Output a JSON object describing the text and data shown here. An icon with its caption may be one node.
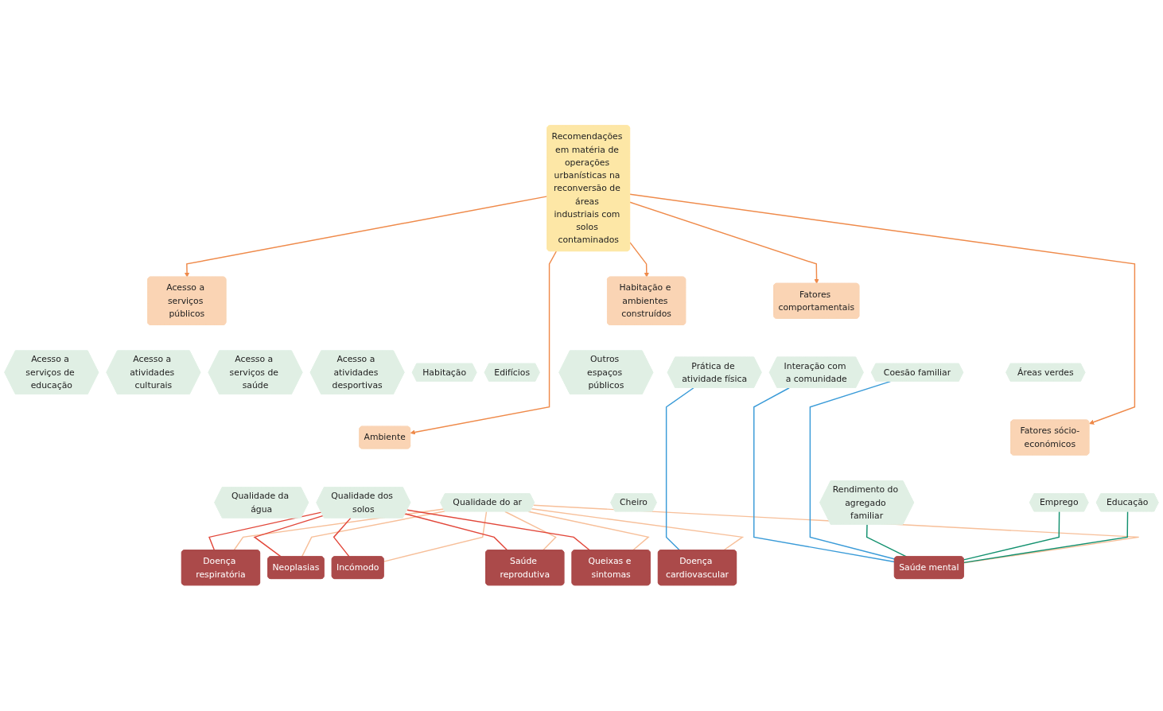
{
  "diagram": {
    "nodes": [
      {
        "text": [
          "Recomendações em matéria de operações urbanísticas na reconversão de áreas industriais com solos contaminados"
        ]
      },
      {
        "text": [
          "Acesso a serviços públicos"
        ]
      },
      {
        "text": [
          "Habitação e ambientes construídos"
        ]
      },
      {
        "text": [
          "Fatores comportamentais"
        ]
      },
      {
        "text": [
          "Acesso a serviços de educação"
        ]
      },
      {
        "text": [
          "Acesso a atividades culturais"
        ]
      },
      {
        "text": [
          "Acesso a serviços de saúde"
        ]
      },
      {
        "text": [
          "Acesso a atividades desportivas"
        ]
      },
      {
        "text": [
          "Habitação"
        ]
      },
      {
        "text": [
          "Edifícios"
        ]
      },
      {
        "text": [
          "Áreas verdes"
        ]
      },
      {
        "text": [
          "Outros espaços públicos"
        ]
      },
      {
        "text": [
          "Coesão familiar"
        ]
      },
      {
        "text": [
          "Interação com a comunidade"
        ]
      },
      {
        "text": [
          "Prática de atividade física"
        ]
      },
      {
        "text": [
          "Ambiente"
        ]
      },
      {
        "text": [
          "Fatores sócio-económicos"
        ]
      },
      {
        "text": [
          "Qualidade da água"
        ]
      },
      {
        "text": [
          "Qualidade do ar"
        ]
      },
      {
        "text": [
          "Qualidade dos solos"
        ]
      },
      {
        "text": [
          "Cheiro"
        ]
      },
      {
        "text": [
          "Educação"
        ]
      },
      {
        "text": [
          "Emprego"
        ]
      },
      {
        "text": [
          "Rendimento do agregado familiar"
        ]
      },
      {
        "text": [
          "Doença respiratória"
        ]
      },
      {
        "text": [
          "Neoplasias"
        ]
      },
      {
        "text": [
          "Incómodo"
        ]
      },
      {
        "text": [
          "Saúde reprodutiva"
        ]
      },
      {
        "text": [
          "Queixas e sintomas"
        ]
      },
      {
        "text": [
          "Saúde mental"
        ]
      },
      {
        "text": [
          "Doença cardiovascular"
        ]
      }
    ],
    "edges": [
      {
        "from": 0,
        "to": 1,
        "arrow": "to",
        "color": "#ef8a4a"
      },
      {
        "from": 0,
        "to": 15,
        "arrow": "to",
        "color": "#ef8a4a"
      },
      {
        "from": 0,
        "to": 2,
        "arrow": "to",
        "color": "#ef8a4a"
      },
      {
        "from": 0,
        "to": 16,
        "arrow": "to",
        "color": "#ef8a4a"
      },
      {
        "from": 0,
        "to": 3,
        "arrow": "to",
        "color": "#ef8a4a"
      },
      {
        "from": 18,
        "to": 24,
        "arrow": "none"
      },
      {
        "from": 18,
        "to": 25,
        "arrow": "none"
      },
      {
        "from": 18,
        "to": 26,
        "arrow": "none"
      },
      {
        "from": 18,
        "to": 27,
        "arrow": "none"
      },
      {
        "from": 18,
        "to": 28,
        "arrow": "none"
      },
      {
        "from": 18,
        "to": 29,
        "arrow": "none"
      },
      {
        "from": 18,
        "to": 30,
        "arrow": "none"
      },
      {
        "from": 19,
        "to": 24,
        "arrow": "none",
        "color": "#e2473a"
      },
      {
        "from": 19,
        "to": 25,
        "arrow": "none",
        "color": "#e2473a"
      },
      {
        "from": 19,
        "to": 26,
        "arrow": "none",
        "color": "#e2473a"
      },
      {
        "from": 19,
        "to": 27,
        "arrow": "none",
        "color": "#e2473a"
      },
      {
        "from": 19,
        "to": 28,
        "arrow": "none",
        "color": "#e2473a"
      },
      {
        "from": 21,
        "to": 29,
        "arrow": "none",
        "color": "#13916f"
      },
      {
        "from": 22,
        "to": 29,
        "arrow": "none",
        "color": "#13916f"
      },
      {
        "from": 23,
        "to": 29,
        "arrow": "none",
        "color": "#13916f"
      },
      {
        "from": 12,
        "to": 29,
        "arrow": "none",
        "color": "#3a9bd8"
      },
      {
        "from": 13,
        "to": 29,
        "arrow": "none",
        "color": "#3a9bd8"
      },
      {
        "from": 14,
        "to": 30,
        "arrow": "none",
        "color": "#3a9bd8"
      }
    ]
  }
}
